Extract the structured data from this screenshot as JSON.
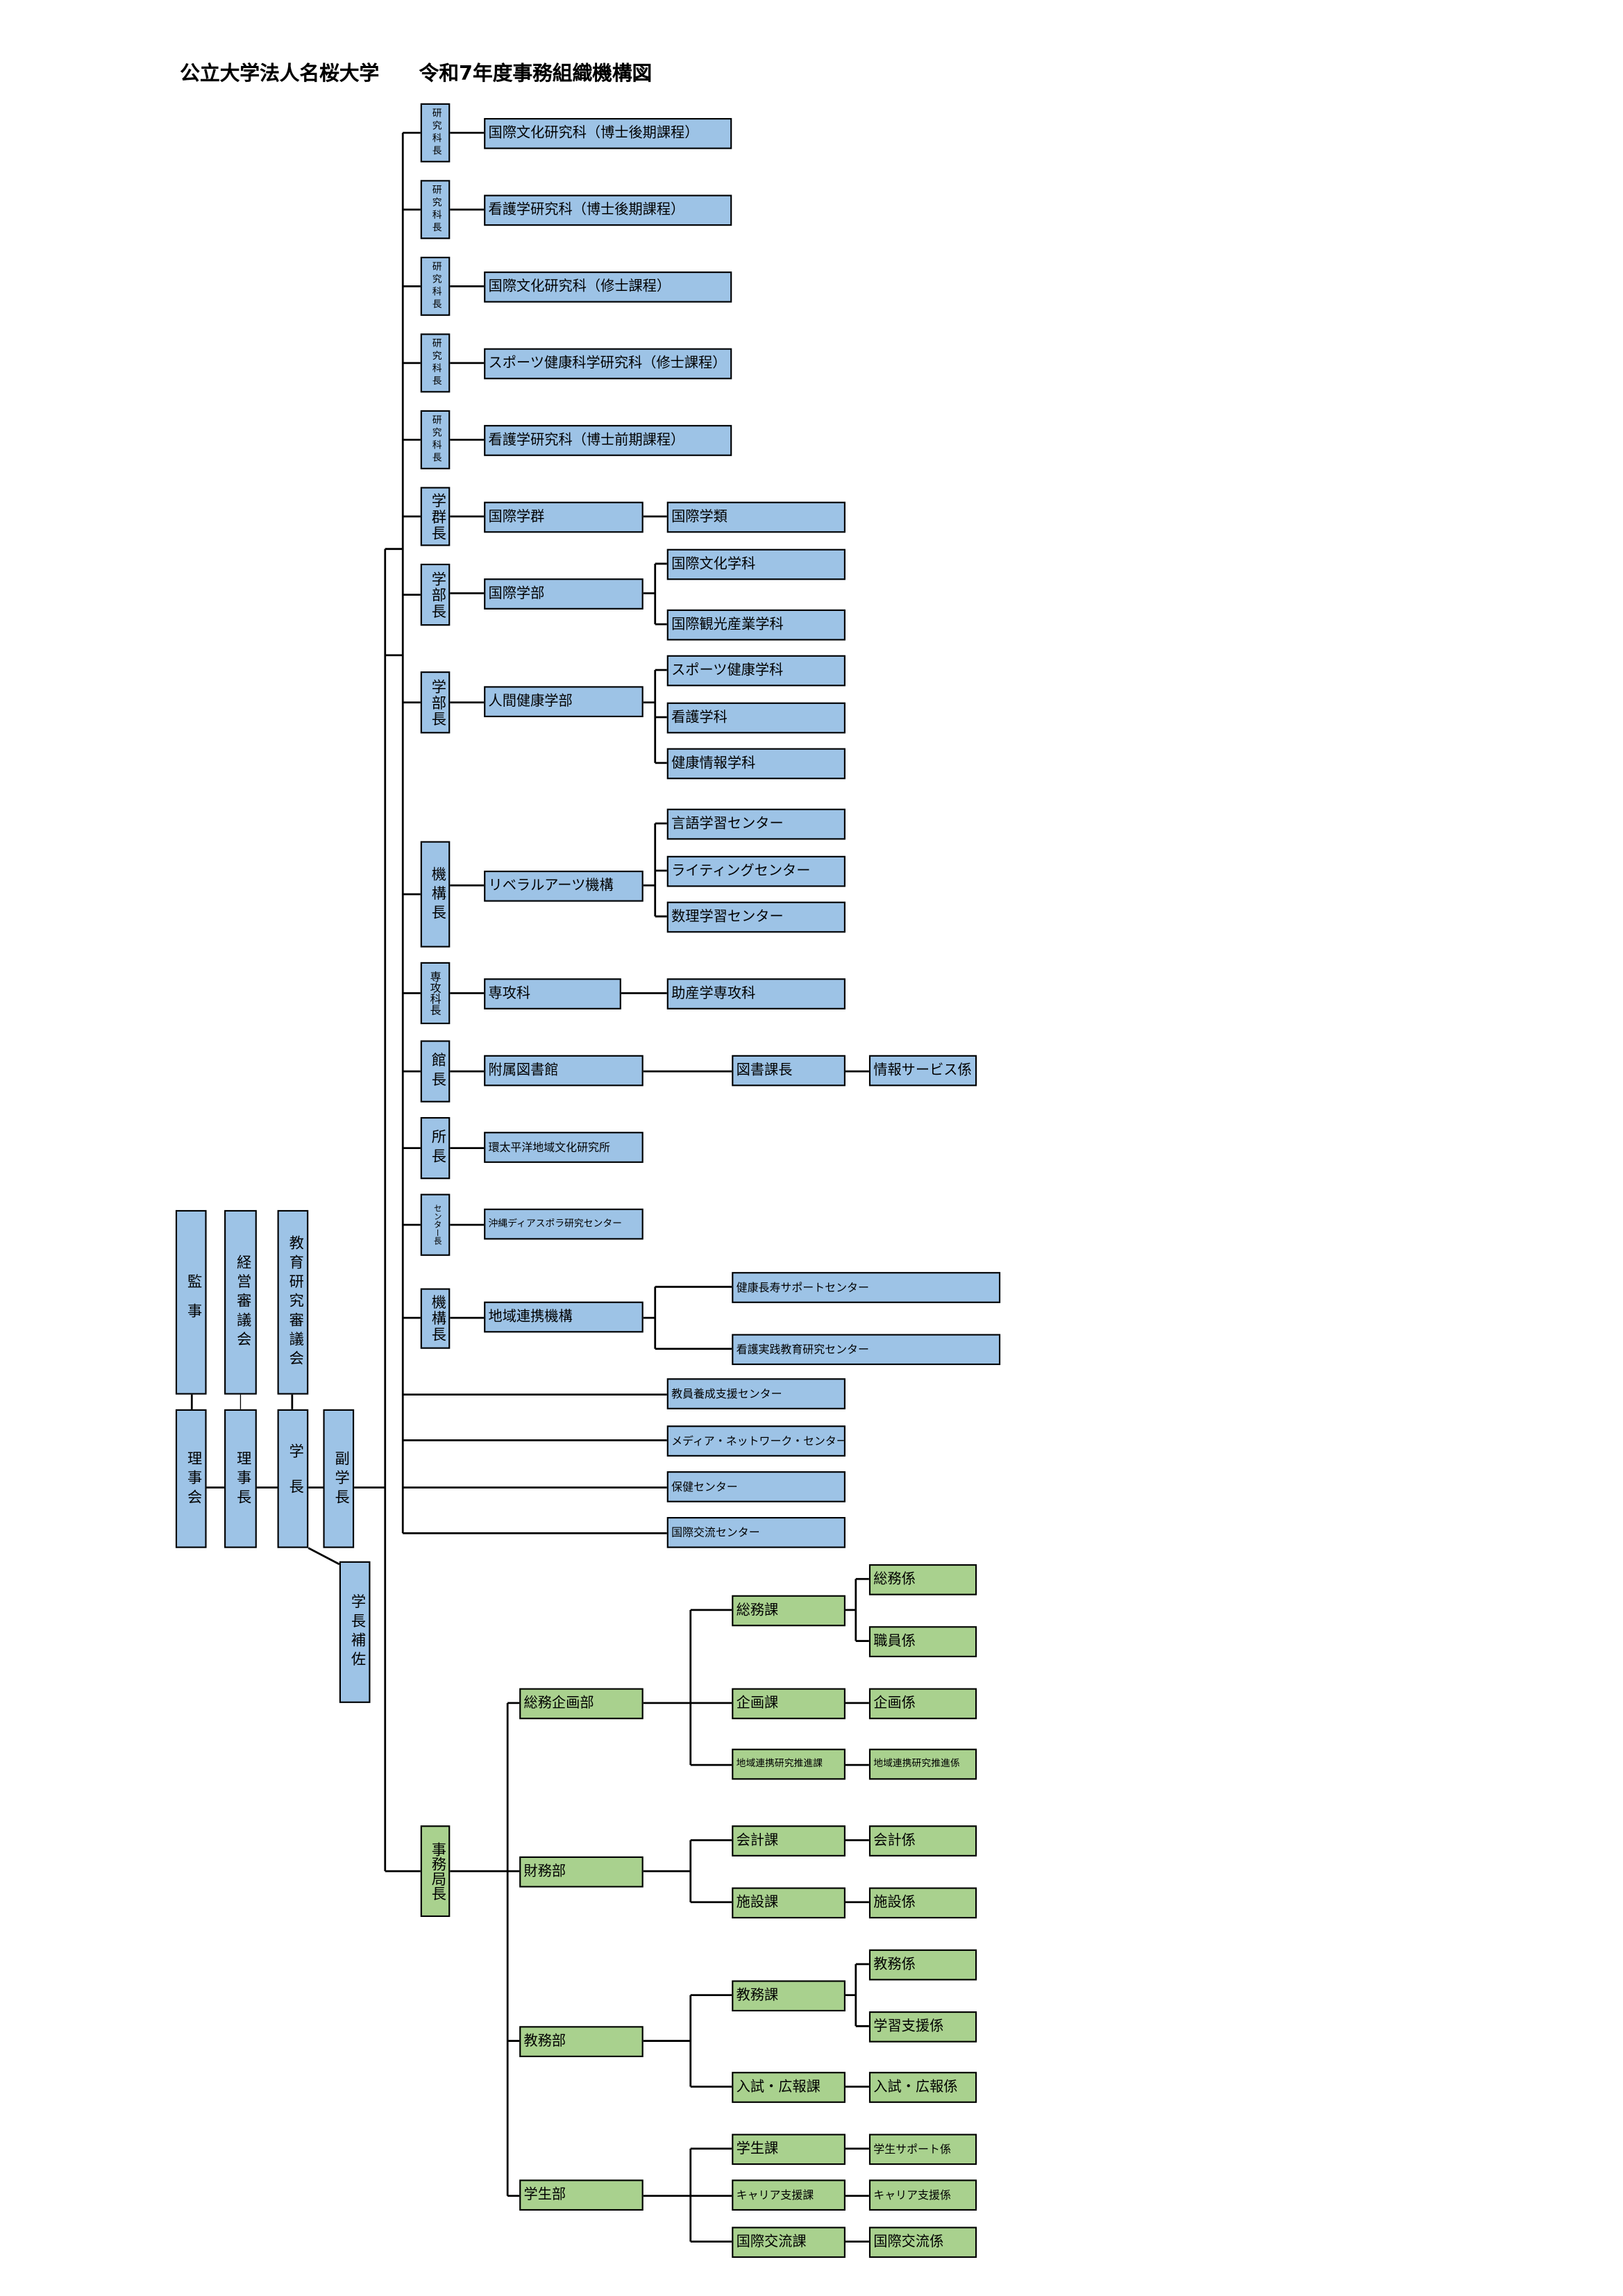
{
  "title": "公立大学法人名桜大学　　令和7年度事務組織機構図",
  "governance": {
    "auditor": "監事",
    "management_council": "経営審議会",
    "education_council": "教育研究審議会",
    "board": "理事会",
    "chairman": "理事長",
    "president": "学長",
    "vice_president": "副学長",
    "assistant": "学長補佐"
  },
  "heads": [
    "研究科長",
    "研究科長",
    "研究科長",
    "研究科長",
    "研究科長",
    "学群長",
    "学部長",
    "学部長",
    "機構長",
    "専攻科長",
    "館長",
    "所長",
    "センター長",
    "機構長",
    "事務局長"
  ],
  "academic": {
    "grad": [
      "国際文化研究科（博士後期課程）",
      "看護学研究科（博士後期課程）",
      "国際文化研究科（修士課程）",
      "スポーツ健康科学研究科（修士課程）",
      "看護学研究科（博士前期課程）"
    ],
    "gakugun": "国際学群",
    "gakurui": "国際学類",
    "kokusai_faculty": "国際学部",
    "kokusai_depts": [
      "国際文化学科",
      "国際観光産業学科"
    ],
    "ningen_faculty": "人間健康学部",
    "ningen_depts": [
      "スポーツ健康学科",
      "看護学科",
      "健康情報学科"
    ],
    "liberal": "リベラルアーツ機構",
    "liberal_centers": [
      "言語学習センター",
      "ライティングセンター",
      "数理学習センター"
    ],
    "senkoka": "専攻科",
    "josan": "助産学専攻科",
    "library": "附属図書館",
    "library_chief": "図書課長",
    "library_section": "情報サービス係",
    "institute": "環太平洋地域文化研究所",
    "okinawa": "沖縄ディアスポラ研究センター",
    "regional": "地域連携機構",
    "regional_centers": [
      "健康長寿サポートセンター",
      "看護実践教育研究センター"
    ],
    "centers": [
      "教員養成支援センター",
      "メディア・ネットワーク・センター",
      "保健センター",
      "国際交流センター"
    ]
  },
  "admin": {
    "depts": [
      "総務企画部",
      "財務部",
      "教務部",
      "学生部"
    ],
    "divisions": [
      "総務課",
      "企画課",
      "地域連携研究推進課",
      "会計課",
      "施設課",
      "教務課",
      "入試・広報課",
      "学生課",
      "キャリア支援課",
      "国際交流課"
    ],
    "sections": [
      "総務係",
      "職員係",
      "企画係",
      "地域連携研究推進係",
      "会計係",
      "施設係",
      "教務係",
      "学習支援係",
      "入試・広報係",
      "学生サポート係",
      "キャリア支援係",
      "国際交流係"
    ]
  }
}
